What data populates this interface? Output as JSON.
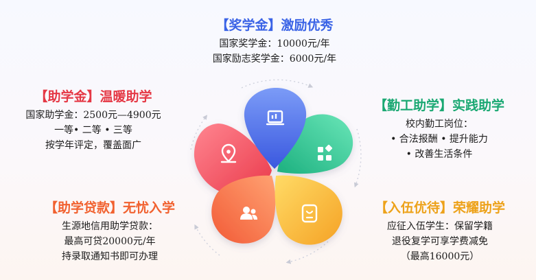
{
  "center_diagram": {
    "petals": [
      {
        "id": "top",
        "color_light": "#6e8ff5",
        "color_dark": "#3d5be0",
        "icon": "chart-icon"
      },
      {
        "id": "right",
        "color_light": "#5ee0b0",
        "color_dark": "#20b985",
        "icon": "grid-icon"
      },
      {
        "id": "bottom-right",
        "color_light": "#ffd55a",
        "color_dark": "#f3a72a",
        "icon": "badge-icon"
      },
      {
        "id": "bottom-left",
        "color_light": "#ff9a6a",
        "color_dark": "#f45f3a",
        "icon": "users-icon"
      },
      {
        "id": "left",
        "color_light": "#ff7b86",
        "color_dark": "#ef3f4f",
        "icon": "location-pin-icon"
      }
    ]
  },
  "sections": {
    "scholarship": {
      "title": "【奖学金】激励优秀",
      "color": "#3a63e6",
      "lines": [
        "国家奖学金：10000元/年",
        "国家励志奖学金：6000元/年"
      ]
    },
    "grant": {
      "title": "【助学金】温暖助学",
      "color": "#e53845",
      "lines": [
        "国家助学金：2500元—4900元",
        "一等• 二等 • 三等",
        "按学年评定，覆盖面广"
      ]
    },
    "work_study": {
      "title": "【勤工助学】实践助学",
      "color": "#1aa872",
      "lines": [
        "校内勤工岗位：",
        "• 合法报酬 • 提升能力",
        "• 改善生活条件"
      ]
    },
    "loan": {
      "title": "【助学贷款】无忧入学",
      "color": "#f1612f",
      "lines": [
        "生源地信用助学贷款：",
        "最高可贷20000元/年",
        "持录取通知书即可办理"
      ]
    },
    "military": {
      "title": "【入伍优待】荣耀助学",
      "color": "#eda21a",
      "lines": [
        "应征入伍学生：保留学籍",
        "退役复学可享学费减免",
        "（最高16000元）"
      ]
    }
  }
}
